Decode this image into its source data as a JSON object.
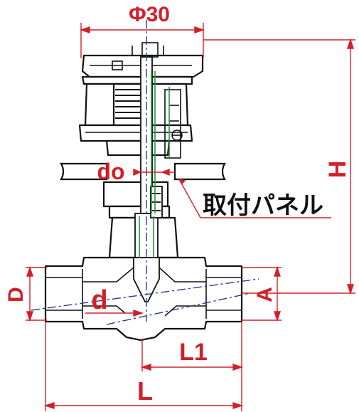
{
  "dimension_labels": {
    "flange_diameter": "Φ30",
    "height": "H",
    "orifice_d0": "do",
    "port_d": "d",
    "outer_D": "D",
    "across_flats_A": "A",
    "length_L": "L",
    "length_L1": "L1"
  },
  "callouts": {
    "panel_mount": "取付パネル"
  },
  "colors": {
    "outline": "#111111",
    "dimension": "#d1202a",
    "centerline": "#2d3a8c",
    "inner_seal": "#1f9a3a",
    "body_fill": "#ffffff"
  }
}
